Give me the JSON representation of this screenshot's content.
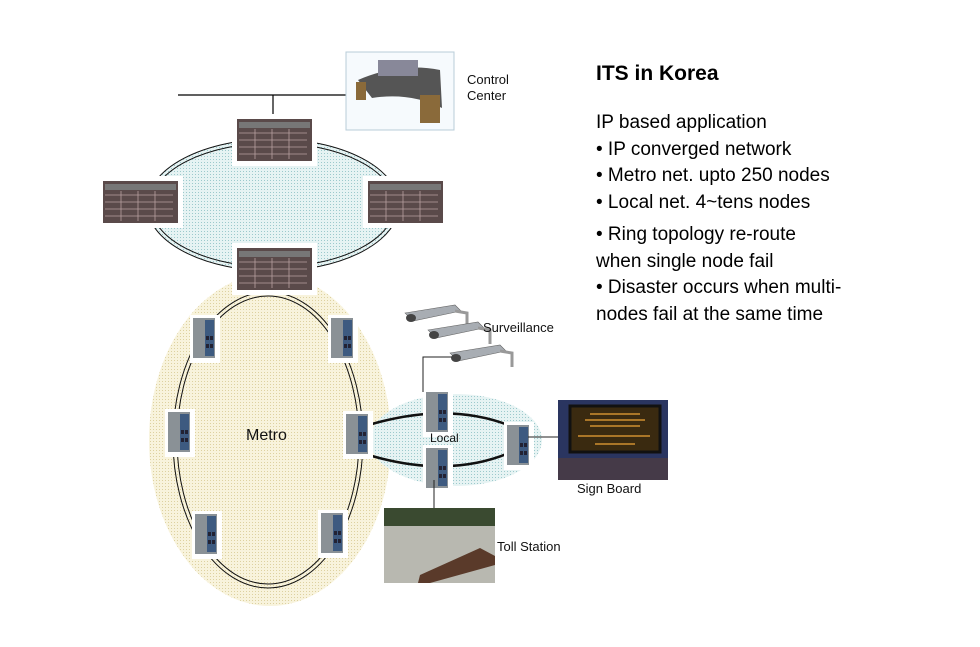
{
  "labels": {
    "control_center_1": "Control",
    "control_center_2": "Center",
    "metro": "Metro",
    "local": "Local",
    "surveillance": "Surveillance",
    "sign_board": "Sign Board",
    "toll_station": "Toll Station"
  },
  "text_panel": {
    "title": "ITS in Korea",
    "heading": "IP based application",
    "bullets": [
      "• IP converged network",
      "• Metro net. upto 250 nodes",
      "• Local net. 4~tens nodes",
      "• Ring topology re-route",
      "when single node fail",
      "• Disaster occurs when multi-",
      "nodes fail at the same time"
    ]
  }
}
